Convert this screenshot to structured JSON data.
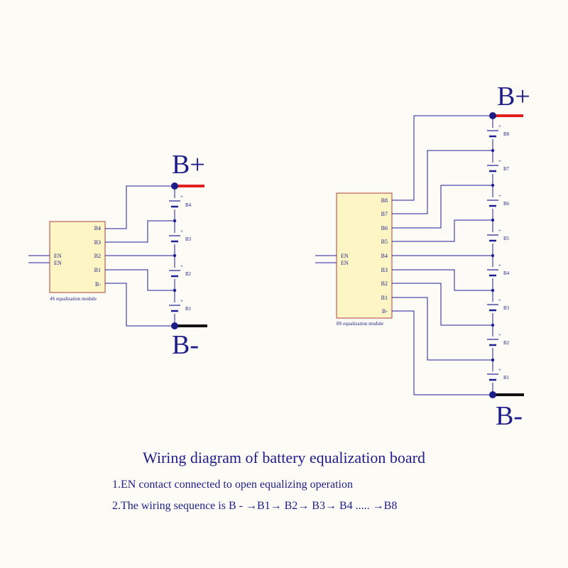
{
  "colors": {
    "wire": "#1f1f9a",
    "module_fill": "#fdf5c4",
    "module_border": "#b04040",
    "text": "#1d1d8a",
    "positive_lead": "#e01f1f",
    "negative_lead": "#111111",
    "background": "#fcfbf6"
  },
  "diagram_4s": {
    "module_label": "4S equalization module",
    "en_labels": [
      "EN",
      "EN"
    ],
    "pins": [
      "B4",
      "B3",
      "B2",
      "B1",
      "B-"
    ],
    "cells": [
      "B4",
      "B3",
      "B2",
      "B1"
    ],
    "plus_sign": "+",
    "bplus_label": "B+",
    "bminus_label": "B-"
  },
  "diagram_8s": {
    "module_label": "8S equalization module",
    "en_labels": [
      "EN",
      "EN"
    ],
    "pins": [
      "B8",
      "B7",
      "B6",
      "B5",
      "B4",
      "B3",
      "B2",
      "B1",
      "B-"
    ],
    "cells": [
      "B8",
      "B7",
      "B6",
      "B5",
      "B4",
      "B3",
      "B2",
      "B1"
    ],
    "plus_sign": "+",
    "bplus_label": "B+",
    "bminus_label": "B-"
  },
  "captions": {
    "title": "Wiring diagram of battery equalization board",
    "note1": "1.EN contact connected to open equalizing operation",
    "note2": "2.The wiring sequence is B - →B1→ B2→ B3→ B4  ..... →B8"
  }
}
